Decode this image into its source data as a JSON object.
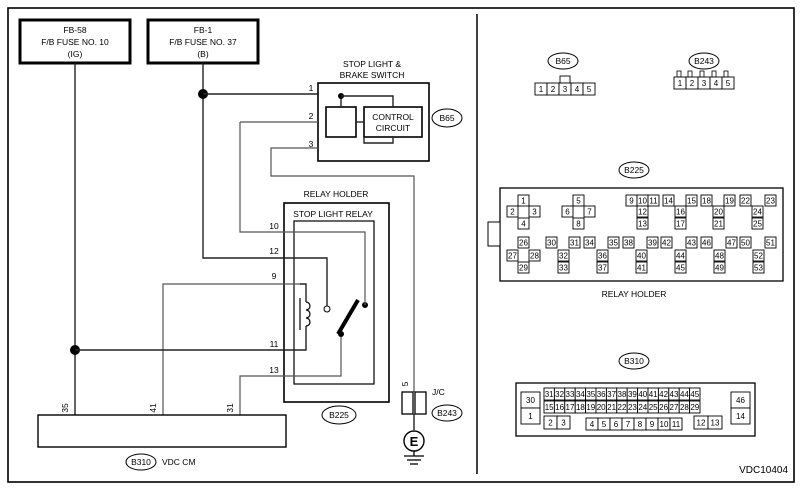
{
  "fuses": [
    {
      "line1": "FB-58",
      "line2": "F/B FUSE NO. 10",
      "line3": "(IG)"
    },
    {
      "line1": "FB-1",
      "line2": "F/B FUSE NO. 37",
      "line3": "(B)"
    }
  ],
  "switch": {
    "title1": "STOP LIGHT &",
    "title2": "BRAKE SWITCH",
    "control1": "CONTROL",
    "control2": "CIRCUIT",
    "connector": "B65",
    "pins": [
      "1",
      "2",
      "3"
    ]
  },
  "relay": {
    "holder_title": "RELAY HOLDER",
    "relay_title": "STOP LIGHT RELAY",
    "connector": "B225",
    "pins": [
      "10",
      "12",
      "9",
      "11",
      "13"
    ]
  },
  "vdc": {
    "connector": "B310",
    "label": "VDC CM",
    "pins": [
      "35",
      "41",
      "31"
    ]
  },
  "jc": {
    "label": "J/C",
    "pin": "5",
    "connector": "B243",
    "ground": "E"
  },
  "connectors": {
    "b65": {
      "label": "B65",
      "row": [
        "1",
        "2",
        "3",
        "4",
        "5"
      ]
    },
    "b243": {
      "label": "B243",
      "row": [
        "1",
        "2",
        "3",
        "4",
        "5"
      ]
    },
    "b225": {
      "label": "B225",
      "caption": "RELAY HOLDER",
      "top": [
        "1",
        "5",
        "9",
        "10",
        "11",
        "14",
        "15",
        "18",
        "19",
        "22",
        "23",
        "2",
        "3",
        "6",
        "7",
        "12",
        "16",
        "20",
        "24",
        "4",
        "8",
        "13",
        "17",
        "21",
        "25"
      ],
      "bottom": [
        "26",
        "30",
        "31",
        "34",
        "35",
        "38",
        "39",
        "42",
        "43",
        "46",
        "47",
        "50",
        "51",
        "27",
        "28",
        "32",
        "36",
        "40",
        "44",
        "48",
        "52",
        "29",
        "33",
        "37",
        "41",
        "45",
        "49",
        "53"
      ]
    },
    "b310": {
      "label": "B310",
      "left": [
        "30",
        "1"
      ],
      "row1": [
        "31",
        "32",
        "33",
        "34",
        "35",
        "36",
        "37",
        "38",
        "39",
        "40",
        "41",
        "42",
        "43",
        "44",
        "45"
      ],
      "row2": [
        "15",
        "16",
        "17",
        "18",
        "19",
        "20",
        "21",
        "22",
        "23",
        "24",
        "25",
        "26",
        "27",
        "28",
        "29"
      ],
      "row3a": [
        "2",
        "3"
      ],
      "row3b": [
        "4",
        "5",
        "6",
        "7",
        "8",
        "9",
        "10",
        "11"
      ],
      "row3c": [
        "12",
        "13"
      ],
      "right": [
        "46",
        "14"
      ]
    }
  },
  "code": "VDC10404"
}
